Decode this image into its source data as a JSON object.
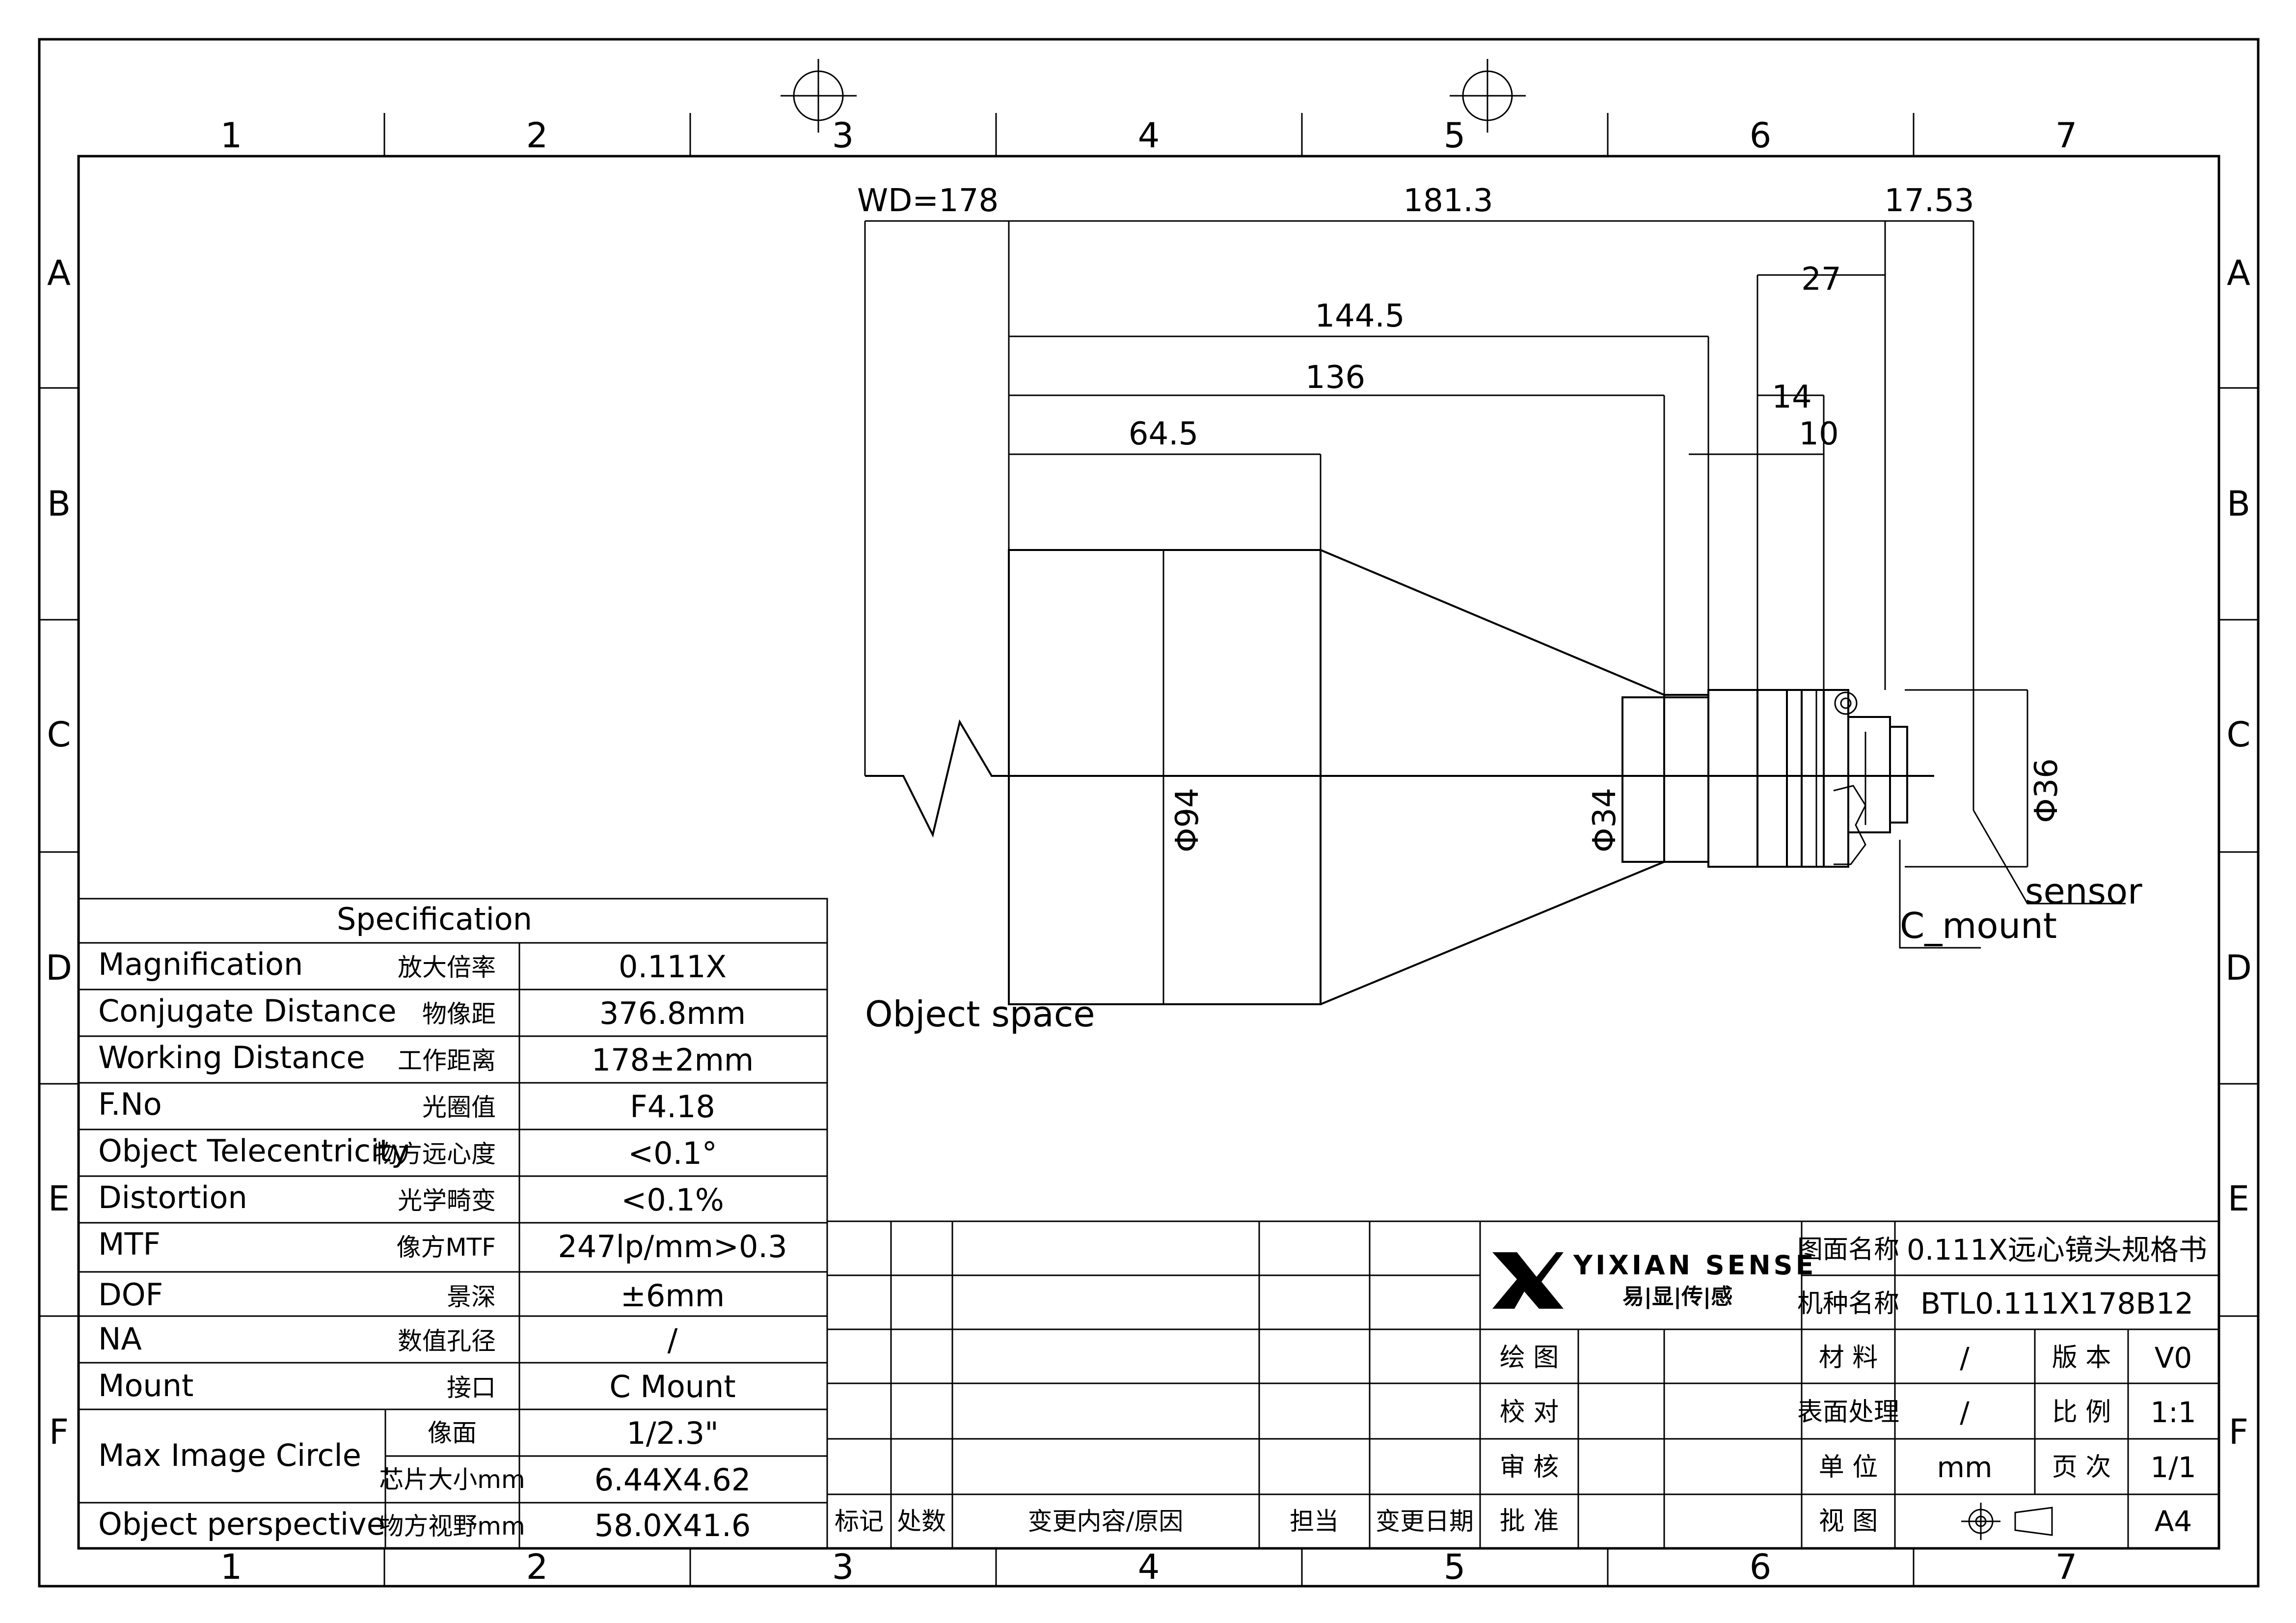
{
  "frame": {
    "columns": [
      "1",
      "2",
      "3",
      "4",
      "5",
      "6",
      "7"
    ],
    "rows": [
      "A",
      "B",
      "C",
      "D",
      "E",
      "F"
    ]
  },
  "dimensions": {
    "wd": "WD=178",
    "d181": "181.3",
    "d17": "17.53",
    "d27": "27",
    "d144": "144.5",
    "d136": "136",
    "d14": "14",
    "d10": "10",
    "d64": "64.5",
    "phi94": "Φ94",
    "phi34": "Φ34",
    "phi36": "Φ36",
    "object_space": "Object space",
    "c_mount": "C_mount",
    "sensor": "sensor"
  },
  "spec": {
    "title": "Specification",
    "rows": [
      {
        "en": "Magnification",
        "cn": "放大倍率",
        "value": "0.111X"
      },
      {
        "en": "Conjugate Distance",
        "cn": "物像距",
        "value": "376.8mm"
      },
      {
        "en": "Working Distance",
        "cn": "工作距离",
        "value": "178±2mm"
      },
      {
        "en": "F.No",
        "cn": "光圈值",
        "value": "F4.18"
      },
      {
        "en": "Object Telecentricity",
        "cn": "物方远心度",
        "value": "<0.1°"
      },
      {
        "en": "Distortion",
        "cn": "光学畸变",
        "value": "<0.1%"
      },
      {
        "en": "MTF",
        "cn": "像方MTF",
        "value": "247lp/mm>0.3"
      },
      {
        "en": "DOF",
        "cn": "景深",
        "value": "±6mm"
      },
      {
        "en": "NA",
        "cn": "数值孔径",
        "value": "/"
      },
      {
        "en": "Mount",
        "cn": "接口",
        "value": "C Mount"
      }
    ],
    "max_image_circle": {
      "en": "Max Image Circle",
      "sub": [
        {
          "cn": "像面",
          "value": "1/2.3\""
        },
        {
          "cn": "芯片大小mm",
          "value": "6.44X4.62"
        }
      ]
    },
    "object_perspective": {
      "en": "Object perspective",
      "cn": "物方视野mm",
      "value": "58.0X41.6"
    }
  },
  "revision": {
    "headers": [
      "标记",
      "处数",
      "变更内容/原因",
      "担当",
      "变更日期"
    ]
  },
  "title_block": {
    "logo_en": "YIXIAN SENSE",
    "logo_cn": "易|显|传|感",
    "drawing_name_label": "图面名称",
    "drawing_name_value": "0.111X远心镜头规格书",
    "model_label": "机种名称",
    "model_value": "BTL0.111X178B12",
    "drawn": "绘 图",
    "checked": "校 对",
    "reviewed": "审 核",
    "approved": "批 准",
    "material_label": "材 料",
    "material_value": "/",
    "version_label": "版 本",
    "version_value": "V0",
    "surface_label": "表面处理",
    "surface_value": "/",
    "scale_label": "比 例",
    "scale_value": "1:1",
    "unit_label": "单 位",
    "unit_value": "mm",
    "page_label": "页 次",
    "page_value": "1/1",
    "view_label": "视 图",
    "paper": "A4"
  }
}
